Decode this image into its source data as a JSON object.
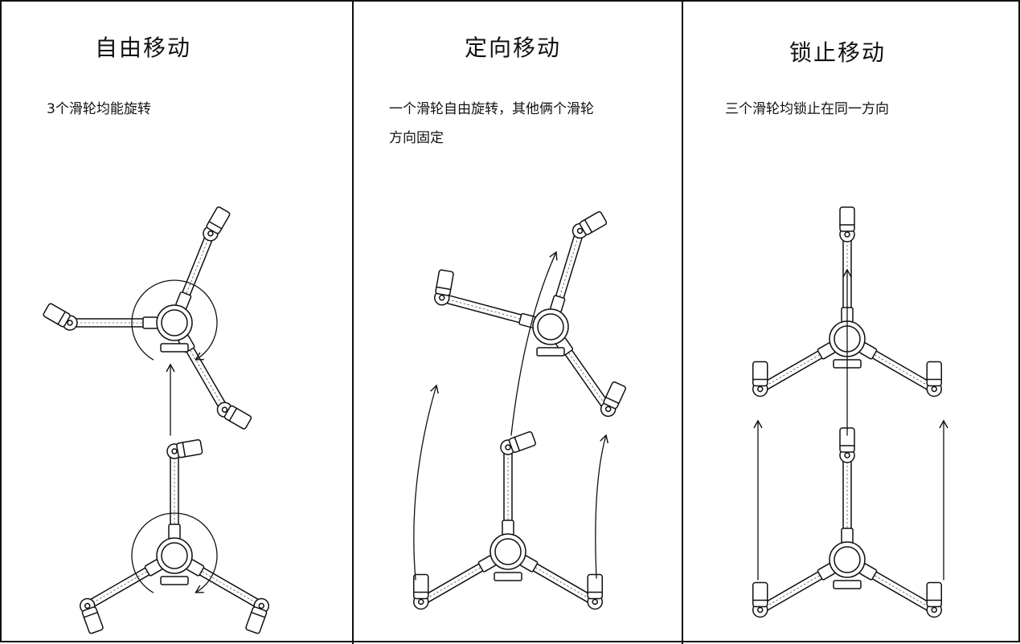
{
  "panels": [
    {
      "title": "自由移动",
      "desc_lines": [
        "3个滑轮均能旋转",
        ""
      ]
    },
    {
      "title": "定向移动",
      "desc_lines": [
        "一个滑轮自由旋转，其他俩个滑轮",
        "方向固定"
      ]
    },
    {
      "title": "锁止移动",
      "desc_lines": [
        "三个滑轮均锁止在同一方向",
        ""
      ]
    }
  ]
}
